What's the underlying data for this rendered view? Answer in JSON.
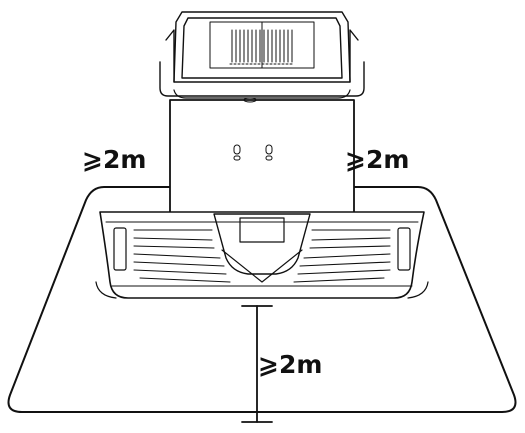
{
  "diagram": {
    "clearance_left": "⩾2m",
    "clearance_right": "⩾2m",
    "clearance_front": "⩾2m",
    "subject_icon": "robot-vacuum-docking-station-icon",
    "line_color": "#111111",
    "background_color": "#ffffff"
  }
}
